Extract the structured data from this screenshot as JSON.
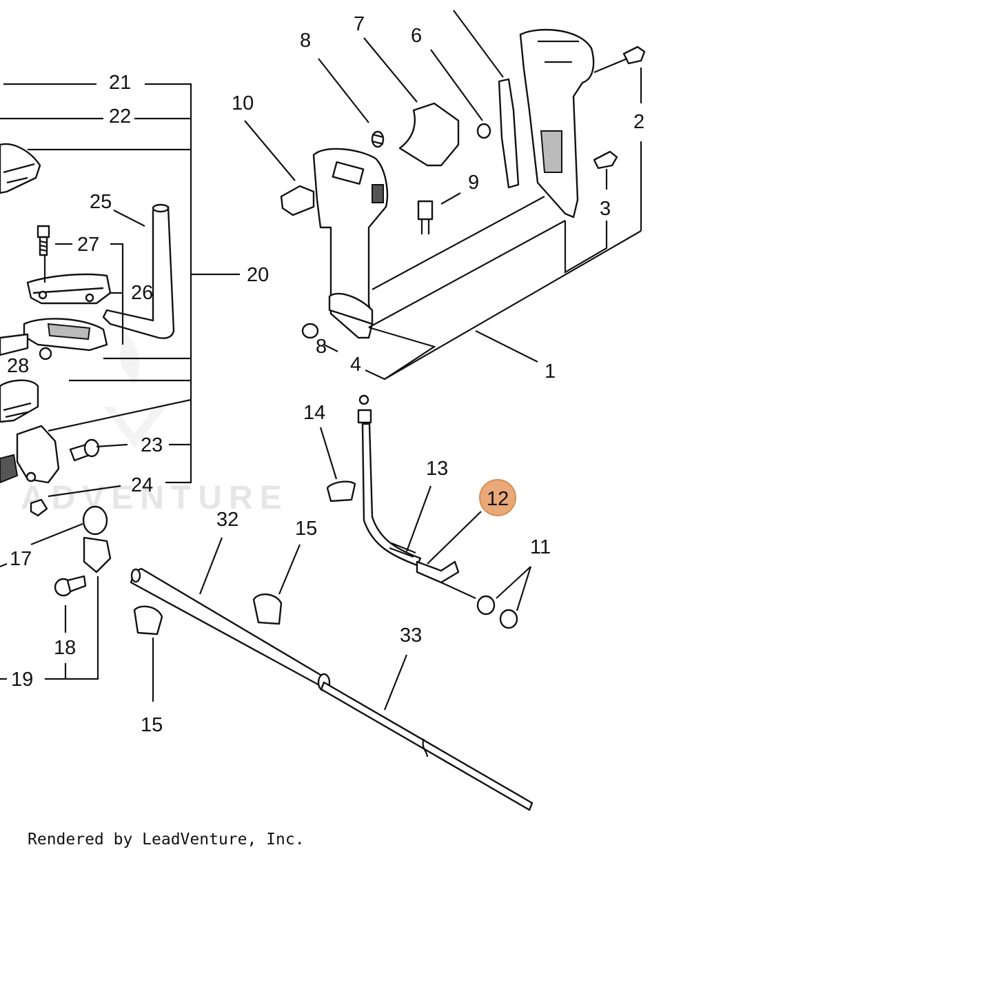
{
  "diagram": {
    "watermark": "ADVENTURE",
    "credit": "Rendered by LeadVenture, Inc.",
    "highlight_color": "#e9a978",
    "highlighted_part": "12",
    "labels": {
      "n1": "1",
      "n2": "2",
      "n3": "3",
      "n4": "4",
      "n6": "6",
      "n7": "7",
      "n8a": "8",
      "n8b": "8",
      "n9": "9",
      "n10": "10",
      "n11": "11",
      "n12": "12",
      "n13": "13",
      "n14": "14",
      "n15a": "15",
      "n15b": "15",
      "n17": "17",
      "n18": "18",
      "n19": "19",
      "n20": "20",
      "n21": "21",
      "n22": "22",
      "n23": "23",
      "n24": "24",
      "n25": "25",
      "n26": "26",
      "n27": "27",
      "n28": "28",
      "n32": "32",
      "n33": "33"
    }
  }
}
